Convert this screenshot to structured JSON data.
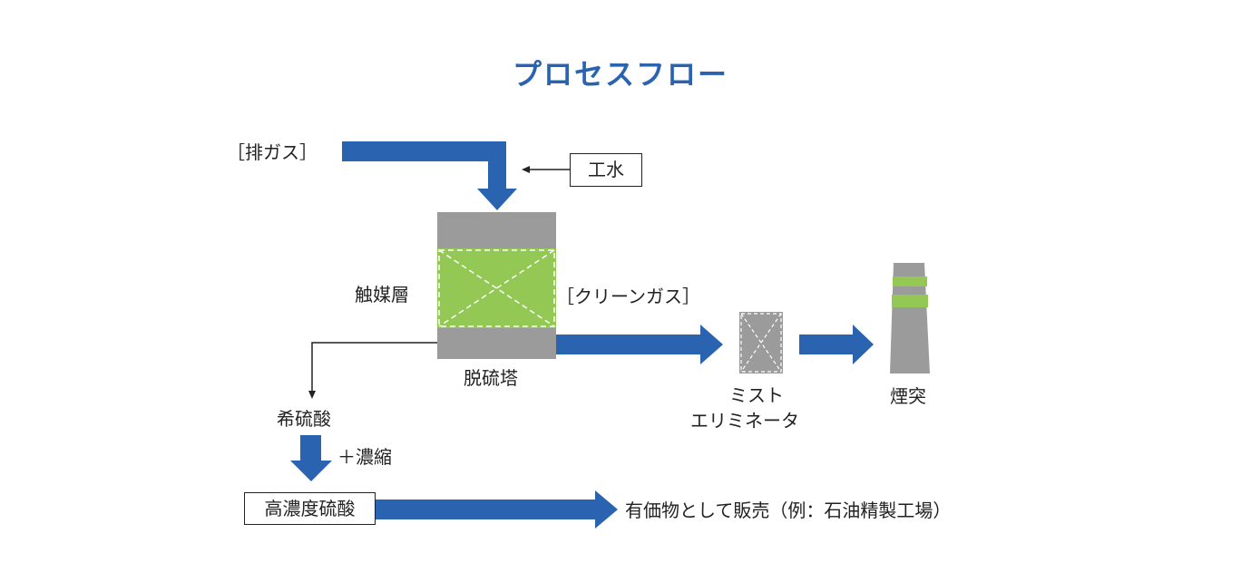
{
  "title": "プロセスフロー",
  "labels": {
    "exhaust_gas": "［排ガス］",
    "industrial_water": "工水",
    "catalyst_layer": "触媒層",
    "desulfurization_tower": "脱硫塔",
    "clean_gas": "［クリーンガス］",
    "mist_eliminator_line1": "ミスト",
    "mist_eliminator_line2": "エリミネータ",
    "chimney": "煙突",
    "dilute_sulfuric_acid": "希硫酸",
    "concentration": "＋濃縮",
    "concentrated_sulfuric_acid": "高濃度硫酸",
    "sale": "有価物として販売（例：石油精製工場）"
  },
  "colors": {
    "title": "#2a63b0",
    "flow_arrow": "#2a63b0",
    "tower_body": "#9b9b9b",
    "catalyst": "#92c853",
    "chimney_band": "#92c853",
    "text": "#222222"
  }
}
